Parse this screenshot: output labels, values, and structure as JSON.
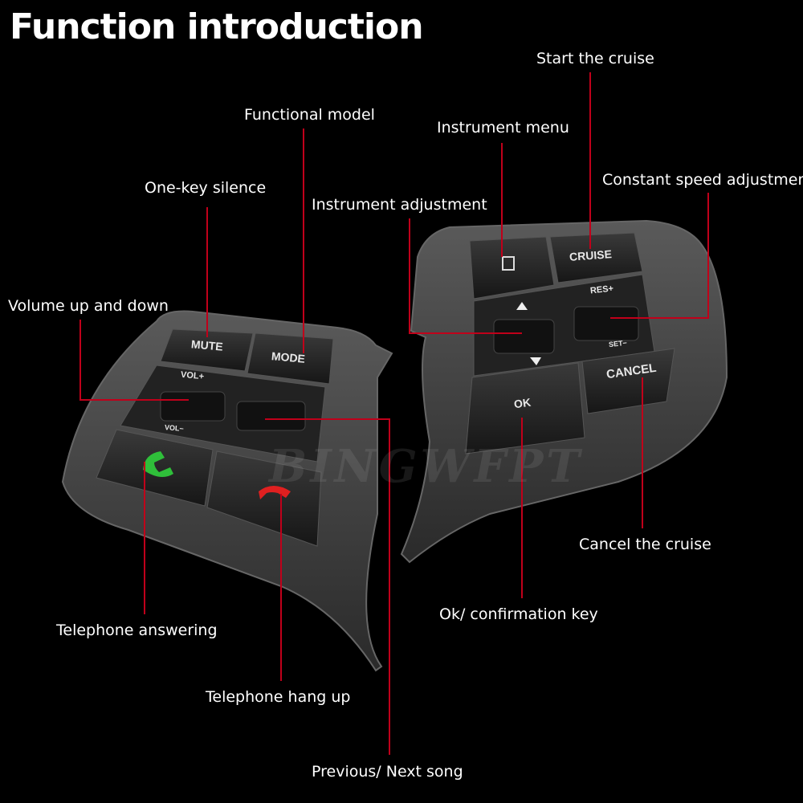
{
  "title": "Function introduction",
  "labels": {
    "start_cruise": "Start the cruise",
    "functional_model": "Functional model",
    "instrument_menu": "Instrument menu",
    "constant_speed": "Constant speed adjustment",
    "one_key_silence": "One-key silence",
    "instrument_adjustment": "Instrument adjustment",
    "volume": "Volume up and down",
    "cancel_cruise": "Cancel the cruise",
    "ok_key": "Ok/ confirmation key",
    "tel_answer": "Telephone answering",
    "tel_hangup": "Telephone hang up",
    "prev_next": "Previous/ Next song"
  },
  "buttons": {
    "mute": "MUTE",
    "mode": "MODE",
    "vol_plus": "VOL+",
    "vol_minus": "VOL−",
    "cruise": "CRUISE",
    "res_plus": "RES+",
    "set_minus": "SET−",
    "cancel": "CANCEL",
    "ok": "OK"
  },
  "watermark": "BINGWFPT",
  "colors": {
    "callout_line": "#c0001a",
    "answer_icon": "#2fbf3a",
    "hangup_icon": "#e02020"
  },
  "icons": [
    "phone-answer-icon",
    "phone-hangup-icon",
    "menu-book-icon",
    "arrow-up-icon",
    "arrow-down-icon"
  ]
}
